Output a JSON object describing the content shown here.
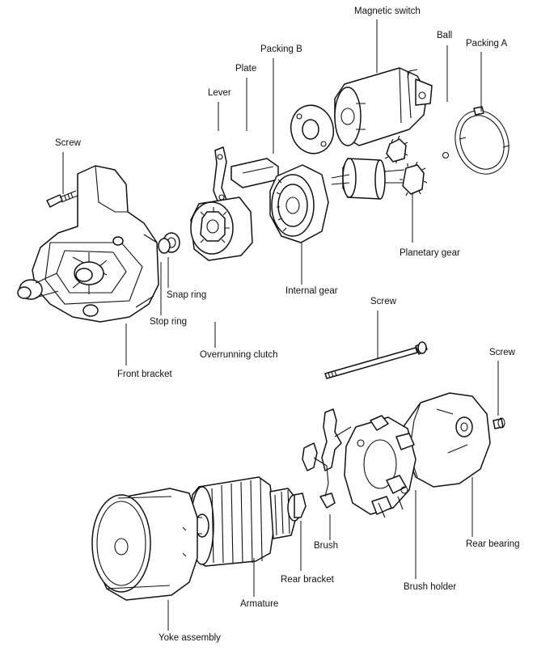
{
  "labels": {
    "magnetic_switch": "Magnetic switch",
    "ball": "Ball",
    "packing_a": "Packing A",
    "packing_b": "Packing B",
    "plate": "Plate",
    "lever": "Lever",
    "screw_top": "Screw",
    "planetary_gear": "Planetary gear",
    "snap_ring": "Snap ring",
    "stop_ring": "Stop ring",
    "internal_gear": "Internal gear",
    "screw_through": "Screw",
    "screw_right": "Screw",
    "overrunning_clutch": "Overrunning clutch",
    "front_bracket": "Front bracket",
    "rear_bearing": "Rear bearing",
    "brush": "Brush",
    "rear_bracket": "Rear bracket",
    "brush_holder": "Brush holder",
    "armature": "Armature",
    "yoke_assembly": "Yoke assembly"
  }
}
